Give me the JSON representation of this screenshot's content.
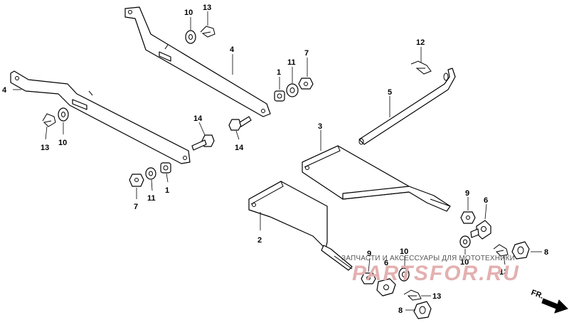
{
  "diagram": {
    "callouts": {
      "c1a": "1",
      "c1b": "1",
      "c2": "2",
      "c3": "3",
      "c4a": "4",
      "c4b": "4",
      "c5": "5",
      "c6a": "6",
      "c6b": "6",
      "c7a": "7",
      "c7b": "7",
      "c8a": "8",
      "c8b": "8",
      "c9a": "9",
      "c9b": "9",
      "c10a": "10",
      "c10b": "10",
      "c10c": "10",
      "c10d": "10",
      "c11a": "11",
      "c11b": "11",
      "c12": "12",
      "c13a": "13",
      "c13b": "13",
      "c13c": "13",
      "c13d": "13",
      "c14a": "14",
      "c14b": "14"
    },
    "direction_label": "FR."
  },
  "watermark": {
    "caption": "ЗАПЧАСТИ И АКСЕССУАРЫ ДЛЯ МОТОТЕХНИКИ",
    "logo": "PARTSFOR.RU"
  }
}
